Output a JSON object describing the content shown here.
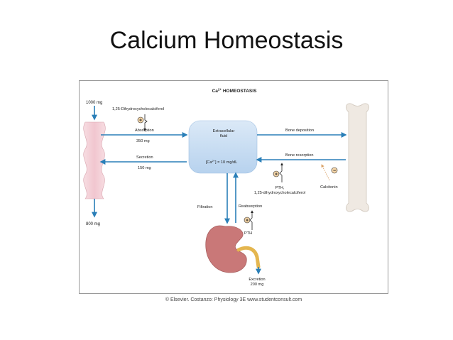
{
  "slide": {
    "title": "Calcium Homeostasis"
  },
  "diagram": {
    "heading_prefix": "Ca",
    "heading_charge": "2+",
    "heading_suffix": " HOMEOSTASIS",
    "intake": "1000 mg",
    "vitamin_d_label": "1,25-Dihydroxycholecalciferol",
    "plus_sign": "+",
    "minus_sign": "−",
    "absorption_label": "Absorption",
    "absorption_amount": "350 mg",
    "secretion_label": "Secretion",
    "secretion_amount": "150 mg",
    "ecf_label_line1": "Extracellular",
    "ecf_label_line2": "fluid",
    "ecf_conc_prefix": "[Ca",
    "ecf_conc_charge": "2+",
    "ecf_conc_suffix": "] = 10 mg/dL",
    "bone_deposition": "Bone deposition",
    "bone_resorption": "Bone resorption",
    "pth_vitd_line1": "PTH,",
    "pth_vitd_line2": "1,25-dihydroxycholecalciferol",
    "calcitonin": "Calcitonin",
    "fecal_output": "800 mg",
    "filtration": "Filtration",
    "reabsorption": "Reabsorption",
    "pth": "PTH",
    "excretion_label": "Excretion",
    "excretion_amount": "200 mg",
    "colors": {
      "arrow_blue": "#2a7fb8",
      "intestine_fill": "#f3cfd6",
      "ecf_fill": "#c9def2",
      "bone_fill": "#efe9e2",
      "kidney_fill": "#c97878",
      "ureter_fill": "#e4b64f"
    }
  },
  "credit": "© Elsevier. Costanzo: Physiology 3E www.studentconsult.com"
}
